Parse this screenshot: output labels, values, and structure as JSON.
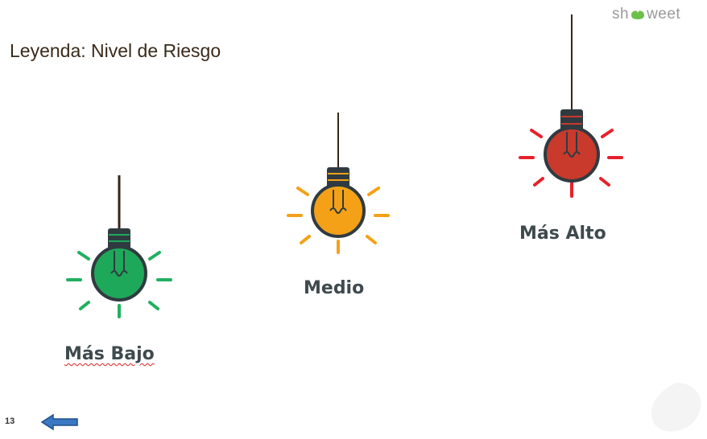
{
  "brand": {
    "prefix": "sh",
    "suffix": "weet",
    "leaf_color": "#6cc04a"
  },
  "title": "Leyenda: Nivel de Riesgo",
  "levels": [
    {
      "label": "Más Bajo",
      "color": "#1ea85a",
      "rays_color": "#20b060"
    },
    {
      "label": "Medio",
      "color": "#f4a118",
      "rays_color": "#f4a118"
    },
    {
      "label": "Más Alto",
      "color": "#c9392c",
      "rays_color": "#e8202a"
    }
  ],
  "footer": {
    "page_number": "13",
    "back_icon": "arrow-left-icon"
  }
}
